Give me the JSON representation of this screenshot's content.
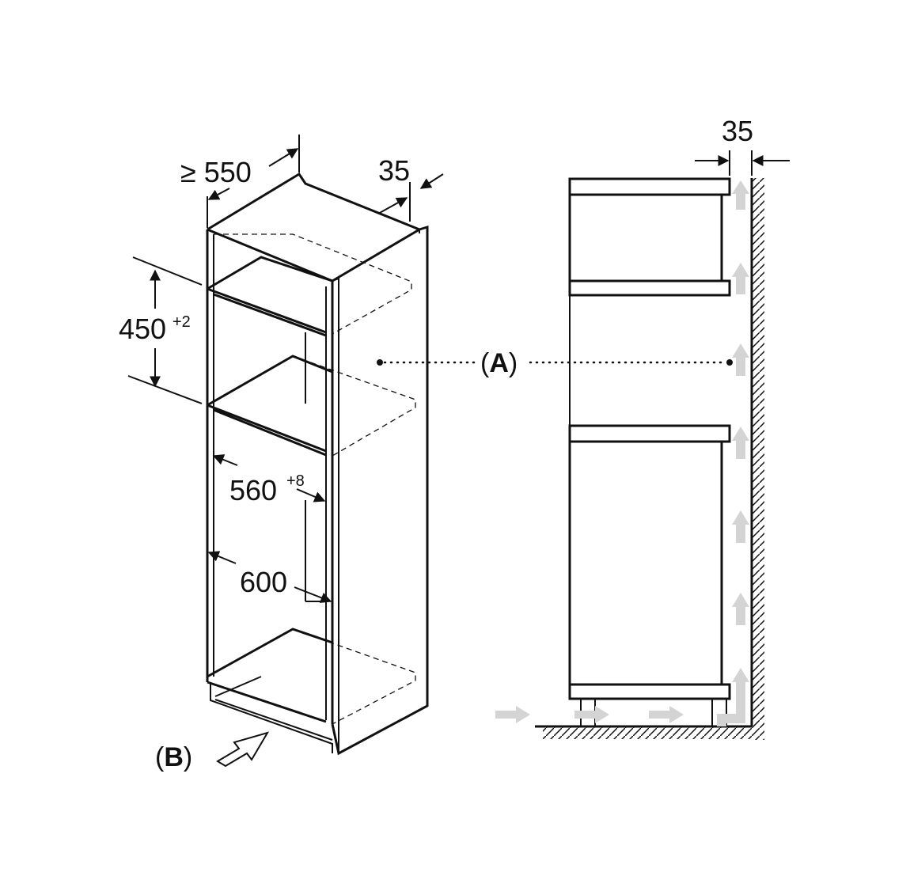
{
  "dimensions": {
    "depth_label": "≥ 550",
    "top_gap_label": "35",
    "niche_height_label": "450",
    "niche_height_tol": "+2",
    "inner_width_label": "560",
    "inner_width_tol": "+8",
    "outer_width_label": "600",
    "wall_gap_label": "35"
  },
  "labels": {
    "a_open": "(",
    "a_letter": "A",
    "a_close": ")",
    "b_open": "(",
    "b_letter": "B",
    "b_close": ")"
  },
  "colors": {
    "line": "#111111",
    "airflow": "#d4d4d4",
    "background": "#ffffff"
  }
}
